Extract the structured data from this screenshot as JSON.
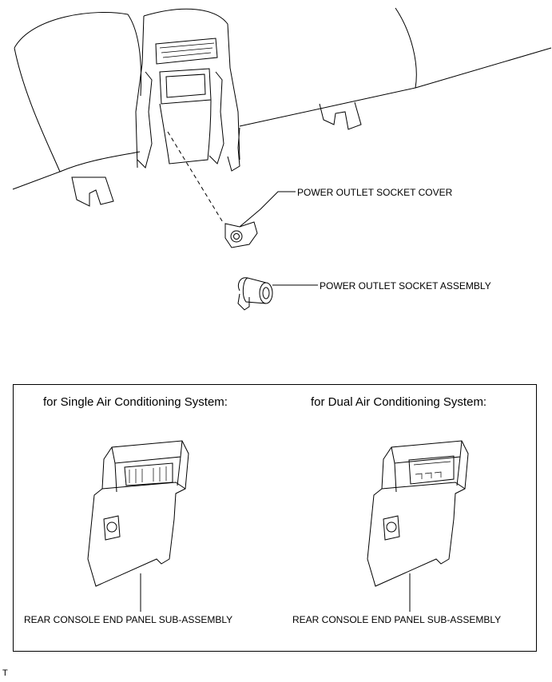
{
  "top_labels": {
    "socket_cover": "POWER OUTLET SOCKET COVER",
    "socket_assembly": "POWER OUTLET SOCKET ASSEMBLY"
  },
  "panels": [
    {
      "caption": "for Single Air Conditioning System:",
      "part_label": "REAR CONSOLE END PANEL SUB-ASSEMBLY"
    },
    {
      "caption": "for Dual Air Conditioning System:",
      "part_label": "REAR CONSOLE END PANEL SUB-ASSEMBLY"
    }
  ],
  "corner_mark": "T"
}
